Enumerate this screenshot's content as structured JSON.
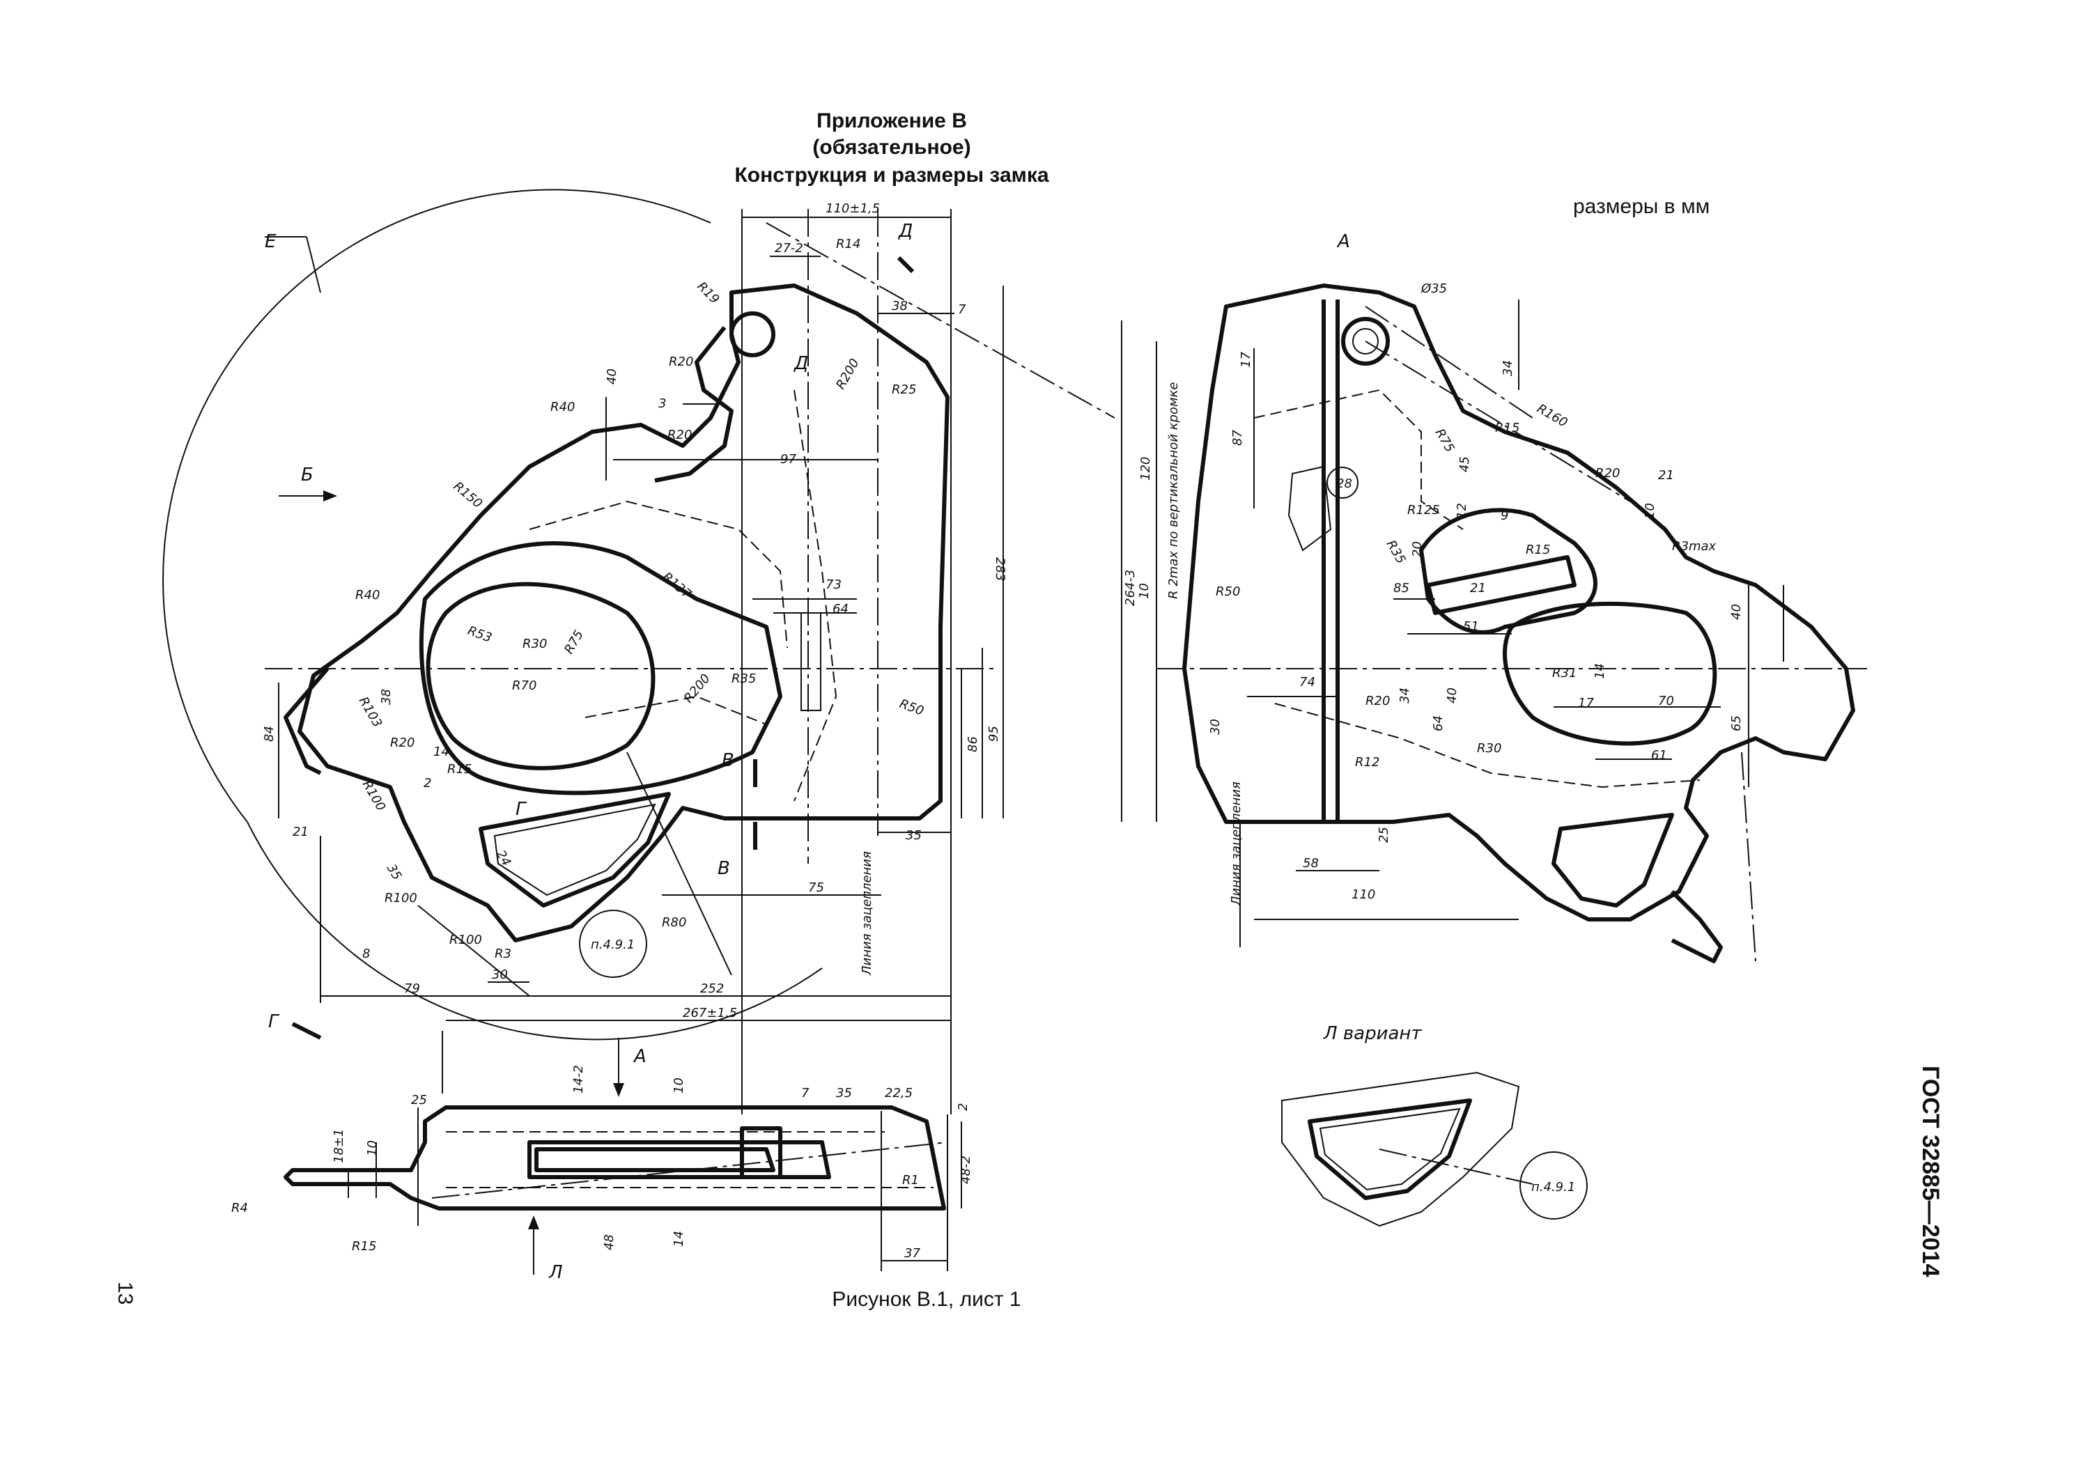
{
  "header": {
    "line1": "Приложение В",
    "line2": "(обязательное)",
    "line3": "Конструкция и размеры замка"
  },
  "units_note": "размеры в мм",
  "standard_id": "ГОСТ 32885—2014",
  "page_number": "13",
  "figure_caption": "Рисунок В.1, лист 1",
  "views": {
    "section_e": "Е",
    "arrow_b": "Б",
    "arrow_d": "Д",
    "arrow_g": "Г",
    "arrow_v": "В",
    "arrow_a": "А",
    "arrow_l": "Л",
    "view_ao": "А",
    "variant": "Л вариант",
    "ref_note": "п.4.9.1",
    "engagement_line": "Линия зацепления"
  },
  "dims_left": {
    "d110": "110±1,5",
    "d27": "27-2",
    "r14": "R14",
    "r19": "R19",
    "d38": "38",
    "d7": "7",
    "d40": "40",
    "r20a": "R20",
    "r200": "R200",
    "d3": "3",
    "r25": "R25",
    "r20b": "R20",
    "r40a": "R40",
    "d97": "97",
    "r150": "R150",
    "r137": "R137",
    "d283": "283",
    "d73": "73",
    "d64": "64",
    "r40b": "R40",
    "r53": "R53",
    "r30": "R30",
    "r75": "R75",
    "r70": "R70",
    "r200b": "R200",
    "r35": "R35",
    "r103": "R103",
    "d38b": "38",
    "r50": "R50",
    "d86": "86",
    "d95": "95",
    "d84": "84",
    "r20c": "R20",
    "d14": "14",
    "r15": "R15",
    "d2": "2",
    "r100a": "R100",
    "d21": "21",
    "d35a": "35",
    "d35b": "35",
    "d24": "24",
    "r100b": "R100",
    "d75": "75",
    "r80": "R80",
    "r100c": "R100",
    "r3": "R3",
    "d8": "8",
    "d30": "30",
    "d79": "79",
    "d252": "252",
    "d267": "267±1,5"
  },
  "dims_bottom": {
    "d25": "25",
    "d14b": "14-2",
    "d10": "10",
    "d7": "7",
    "d35": "35",
    "d22": "22,5",
    "d2": "2",
    "d18": "18±1",
    "d10b": "10",
    "r1": "R1",
    "d48": "48-2",
    "r4": "R4",
    "r15": "R15",
    "d48b": "48",
    "d14c": "14",
    "d37": "37"
  },
  "dims_right": {
    "d35": "Ø35",
    "d17": "17",
    "d34": "34",
    "r160": "R160",
    "d87": "87",
    "r75": "R75",
    "r15a": "R15",
    "d45": "45",
    "d120": "120",
    "d28": "28",
    "r20": "R20",
    "d21": "21",
    "r125": "R125",
    "d12": "12",
    "d9": "9",
    "d10": "10",
    "r35": "R35",
    "d20": "20",
    "r15b": "R15",
    "r3max": "R3max",
    "d264": "264-3",
    "r2max": "R 2max по вертикальной кромке",
    "d10b": "10",
    "r50": "R50",
    "d85": "85",
    "d21b": "21",
    "d40": "40",
    "d51": "51",
    "r31": "R31",
    "d14": "14",
    "d74": "74",
    "d17b": "17",
    "d70": "70",
    "r20b": "R20",
    "d34b": "34",
    "d40b": "40",
    "d65": "65",
    "d30": "30",
    "d64": "64",
    "r30": "R30",
    "r12": "R12",
    "d61": "61",
    "d25": "25",
    "d58": "58",
    "d110": "110"
  }
}
